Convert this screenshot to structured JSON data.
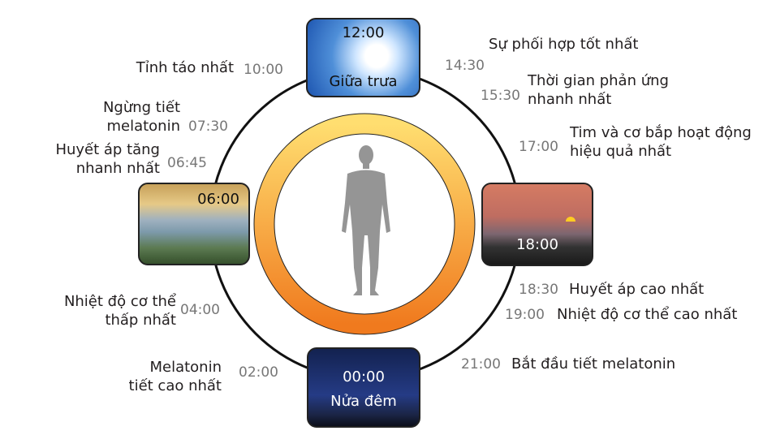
{
  "center_figure": "human-silhouette",
  "ring_colors": {
    "top": "#ffd966",
    "bottom": "#f07a1e",
    "outer_circle": "#111111",
    "figure": "#959595"
  },
  "photos": {
    "noon": {
      "time": "12:00",
      "caption": "Giữa trưa"
    },
    "morning": {
      "time": "06:00"
    },
    "evening": {
      "time": "18:00"
    },
    "midnight": {
      "time": "00:00",
      "caption": "Nửa đêm"
    }
  },
  "events": [
    {
      "time": "10:00",
      "label": "Tỉnh táo nhất"
    },
    {
      "time": "07:30",
      "label_lines": [
        "Ngừng tiết",
        "melatonin"
      ]
    },
    {
      "time": "06:45",
      "label_lines": [
        "Huyết áp tăng",
        "nhanh nhất"
      ]
    },
    {
      "time": "04:00",
      "label_lines": [
        "Nhiệt độ cơ thể",
        "thấp nhất"
      ]
    },
    {
      "time": "02:00",
      "label_lines": [
        "Melatonin",
        "tiết cao nhất"
      ]
    },
    {
      "time": "14:30",
      "label": "Sự phối hợp tốt nhất"
    },
    {
      "time": "15:30",
      "label_lines": [
        "Thời gian phản ứng",
        "nhanh nhất"
      ]
    },
    {
      "time": "17:00",
      "label_lines": [
        "Tim và cơ bắp hoạt động",
        "hiệu quả nhất"
      ]
    },
    {
      "time": "18:30",
      "label": "Huyết áp cao nhất"
    },
    {
      "time": "19:00",
      "label": "Nhiệt độ cơ thể cao nhất"
    },
    {
      "time": "21:00",
      "label": "Bắt đầu tiết melatonin"
    }
  ]
}
